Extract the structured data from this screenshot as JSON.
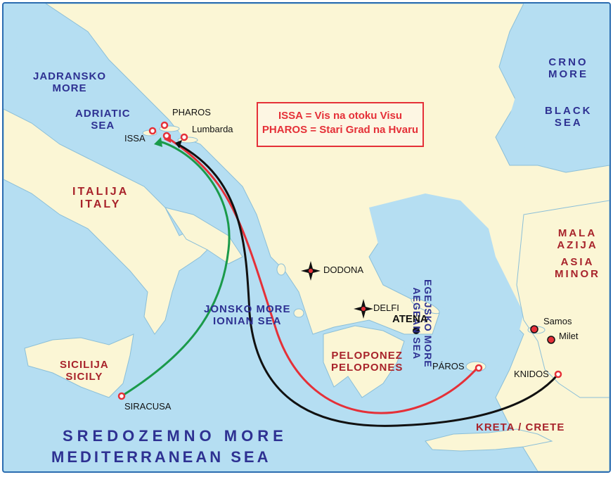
{
  "legend": {
    "line1": "ISSA = Vis na otoku Visu",
    "line2": "PHAROS = Stari Grad na Hvaru"
  },
  "seas": {
    "adriatic_hr_1": "JADRANSKO",
    "adriatic_hr_2": "MORE",
    "adriatic_en_1": "ADRIATIC",
    "adriatic_en_2": "SEA",
    "black_hr_1": "CRNO",
    "black_hr_2": "MORE",
    "black_en_1": "BLACK",
    "black_en_2": "SEA",
    "ionian_hr": "JONSKO MORE",
    "ionian_en": "IONIAN SEA",
    "aegean_hr": "EGEJSKO MORE",
    "aegean_en": "AEGEAN SEA",
    "med_hr": "SREDOZEMNO MORE",
    "med_en": "MEDITERRANEAN SEA"
  },
  "lands": {
    "italy_hr": "ITALIJA",
    "italy_en": "ITALY",
    "sicily_hr": "SICILIJA",
    "sicily_en": "SICILY",
    "pelop_hr": "PELOPONEZ",
    "pelop_en": "PELOPONES",
    "asia_1": "MALA",
    "asia_2": "AZIJA",
    "asia_3": "ASIA",
    "asia_4": "MINOR",
    "crete": "KRETA / CRETE"
  },
  "places": {
    "pharos": "PHAROS",
    "issa": "ISSA",
    "lumbarda": "Lumbarda",
    "siracusa": "SIRACUSA",
    "dodona": "DODONA",
    "delfi": "DELFI",
    "atena": "ATENA",
    "paros": "PÁROS",
    "knidos": "KNIDOS",
    "samos": "Samos",
    "milet": "Milet"
  },
  "colors": {
    "sea": "#b5def2",
    "land": "#fbf6d5",
    "route_siracusa": "#1a9a4a",
    "route_paros": "#e53038",
    "route_knidos": "#111111",
    "sea_label": "#2e3192",
    "land_label": "#a8232b"
  },
  "routes": [
    {
      "from": "SIRACUSA",
      "to": "ISSA",
      "color": "green"
    },
    {
      "from": "PÁROS",
      "to": "PHAROS",
      "color": "red"
    },
    {
      "from": "KNIDOS",
      "to": "Lumbarda",
      "color": "black"
    }
  ]
}
